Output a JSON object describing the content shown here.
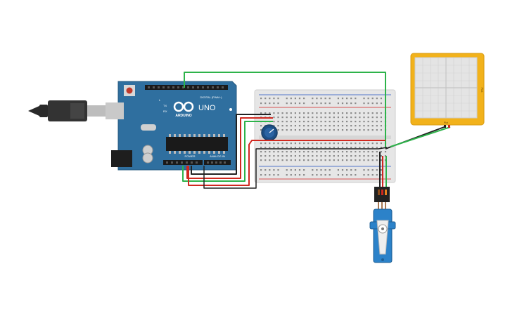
{
  "canvas": {
    "background": "#ffffff"
  },
  "components": {
    "usb_cable": {
      "icon": "usb-plug-icon",
      "color": "#2a2a2a"
    },
    "arduino": {
      "board_color": "#2f6f9f",
      "logo_text": "ARDUINO",
      "model_text": "UNO",
      "power_label": "POWER",
      "analog_label": "ANALOG IN",
      "digital_label": "DIGITAL (PWM~)",
      "tx_label": "TX",
      "rx_label": "RX",
      "l_label": "L"
    },
    "breadboard": {
      "body_color": "#e6e6e6",
      "rail_red": "#d02020",
      "rail_blue": "#2050c0"
    },
    "potentiometer": {
      "icon": "potentiometer-knob-icon",
      "color": "#1d4f86"
    },
    "servo": {
      "icon": "servo-motor-icon",
      "color": "#2c82c9"
    },
    "plotter": {
      "frame_color": "#f2b21b",
      "screen_color": "#e4e4e4",
      "side_label": "Plot",
      "pin_label": "Plot"
    }
  },
  "wire_colors": {
    "green": "#2db34a",
    "red": "#d0281f",
    "black": "#222222",
    "orange": "#e8821e"
  }
}
